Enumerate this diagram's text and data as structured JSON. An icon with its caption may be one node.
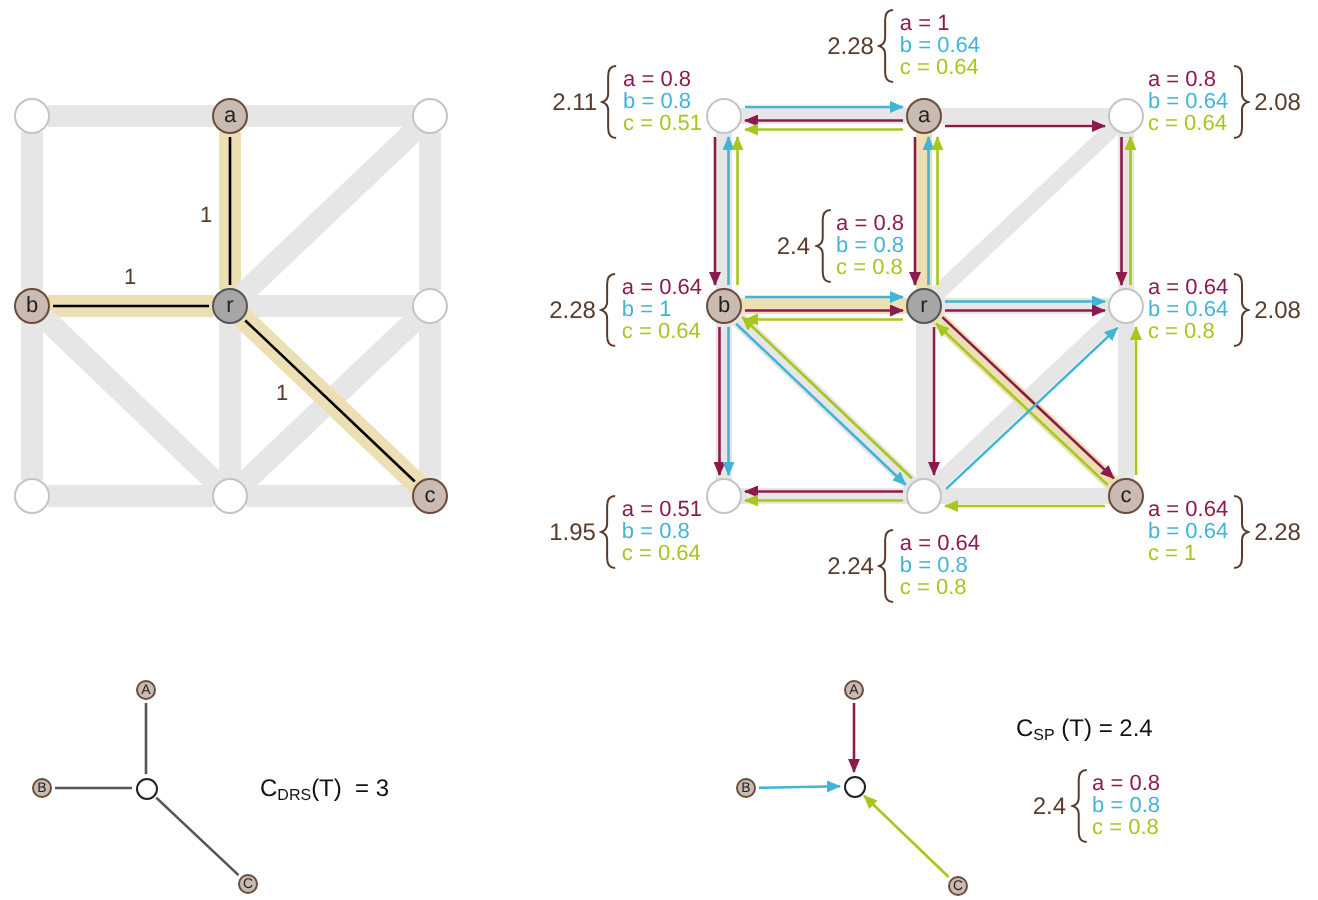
{
  "diagram": {
    "nodes": [
      {
        "text": [],
        "shape": "circle"
      },
      {
        "text": [
          "a"
        ]
      },
      {
        "text": [],
        "shape": "circle"
      },
      {
        "text": [
          "b"
        ]
      },
      {
        "text": [
          "r"
        ]
      },
      {
        "text": [],
        "shape": "circle"
      },
      {
        "text": [],
        "shape": "circle"
      },
      {
        "text": [],
        "shape": "circle"
      },
      {
        "text": [
          "c"
        ]
      },
      {
        "text": [],
        "shape": "circle",
        "beside": [
          "2.11",
          "a = 0.8",
          "b = 0.8",
          "c = 0.51"
        ]
      },
      {
        "text": [
          "a"
        ],
        "beside": [
          "2.28",
          "a = 1",
          "b = 0.64",
          "c = 0.64"
        ]
      },
      {
        "text": [],
        "shape": "circle",
        "beside": [
          "2.08",
          "a = 0.8",
          "b = 0.64",
          "c = 0.64"
        ]
      },
      {
        "text": [
          "b"
        ],
        "beside": [
          "2.28",
          "a = 0.64",
          "b = 1",
          "c = 0.64"
        ]
      },
      {
        "text": [
          "r"
        ],
        "beside": [
          "2.4",
          "a = 0.8",
          "b = 0.8",
          "c = 0.8"
        ]
      },
      {
        "text": [],
        "shape": "circle",
        "beside": [
          "2.08",
          "a = 0.64",
          "b = 0.64",
          "c = 0.8"
        ]
      },
      {
        "text": [],
        "shape": "circle",
        "beside": [
          "1.95",
          "a = 0.51",
          "b = 0.8",
          "c = 0.64"
        ]
      },
      {
        "text": [],
        "shape": "circle",
        "beside": [
          "2.24",
          "a = 0.64",
          "b = 0.8",
          "c = 0.8"
        ]
      },
      {
        "text": [
          "c"
        ],
        "beside": [
          "2.28",
          "a = 0.64",
          "b = 0.64",
          "c = 1"
        ]
      },
      {
        "text": [
          "A"
        ]
      },
      {
        "text": [
          "B"
        ]
      },
      {
        "text": [],
        "shape": "circle"
      },
      {
        "text": [
          "C"
        ]
      },
      {
        "text": [
          "A"
        ]
      },
      {
        "text": [
          "B"
        ]
      },
      {
        "text": [],
        "shape": "circle",
        "beside": [
          "2.4",
          "a = 0.8",
          "b = 0.8",
          "c = 0.8"
        ]
      },
      {
        "text": [
          "C"
        ]
      }
    ],
    "edges": [
      {
        "from": 0,
        "to": 1,
        "arrow": "none",
        "style": "thick",
        "color": "#e6e6e6"
      },
      {
        "from": 1,
        "to": 2,
        "arrow": "none",
        "style": "thick",
        "color": "#e6e6e6"
      },
      {
        "from": 3,
        "to": 4,
        "arrow": "none",
        "style": "thick",
        "color": "#ecdfb3"
      },
      {
        "from": 4,
        "to": 5,
        "arrow": "none",
        "style": "thick",
        "color": "#e6e6e6"
      },
      {
        "from": 6,
        "to": 7,
        "arrow": "none",
        "style": "thick",
        "color": "#e6e6e6"
      },
      {
        "from": 7,
        "to": 8,
        "arrow": "none",
        "style": "thick",
        "color": "#e6e6e6"
      },
      {
        "from": 0,
        "to": 3,
        "arrow": "none",
        "style": "thick",
        "color": "#e6e6e6"
      },
      {
        "from": 3,
        "to": 6,
        "arrow": "none",
        "style": "thick",
        "color": "#e6e6e6"
      },
      {
        "from": 1,
        "to": 4,
        "arrow": "none",
        "style": "thick",
        "color": "#ecdfb3"
      },
      {
        "from": 4,
        "to": 7,
        "arrow": "none",
        "style": "thick",
        "color": "#e6e6e6"
      },
      {
        "from": 2,
        "to": 5,
        "arrow": "none",
        "style": "thick",
        "color": "#e6e6e6"
      },
      {
        "from": 5,
        "to": 8,
        "arrow": "none",
        "style": "thick",
        "color": "#e6e6e6"
      },
      {
        "from": 2,
        "to": 4,
        "arrow": "none",
        "style": "thick",
        "color": "#e6e6e6"
      },
      {
        "from": 5,
        "to": 7,
        "arrow": "none",
        "style": "thick",
        "color": "#e6e6e6"
      },
      {
        "from": 3,
        "to": 7,
        "arrow": "none",
        "style": "thick",
        "color": "#e6e6e6"
      },
      {
        "from": 4,
        "to": 8,
        "arrow": "none",
        "style": "thick",
        "color": "#ecdfb3"
      },
      {
        "from": 1,
        "to": 4,
        "arrow": "none",
        "label": "1",
        "color": "#000000"
      },
      {
        "from": 3,
        "to": 4,
        "arrow": "none",
        "label": "1",
        "color": "#000000"
      },
      {
        "from": 4,
        "to": 8,
        "arrow": "none",
        "label": "1",
        "color": "#000000"
      },
      {
        "from": 9,
        "to": 10,
        "arrow": "none",
        "style": "thick",
        "color": "#e6e6e6"
      },
      {
        "from": 10,
        "to": 11,
        "arrow": "none",
        "style": "thick",
        "color": "#e6e6e6"
      },
      {
        "from": 12,
        "to": 13,
        "arrow": "none",
        "style": "thick",
        "color": "#ecdfb3"
      },
      {
        "from": 13,
        "to": 14,
        "arrow": "none",
        "style": "thick",
        "color": "#e6e6e6"
      },
      {
        "from": 15,
        "to": 16,
        "arrow": "none",
        "style": "thick",
        "color": "#e6e6e6"
      },
      {
        "from": 16,
        "to": 17,
        "arrow": "none",
        "style": "thick",
        "color": "#e6e6e6"
      },
      {
        "from": 9,
        "to": 12,
        "arrow": "none",
        "style": "thick",
        "color": "#e6e6e6"
      },
      {
        "from": 12,
        "to": 15,
        "arrow": "none",
        "style": "thick",
        "color": "#e6e6e6"
      },
      {
        "from": 10,
        "to": 13,
        "arrow": "none",
        "style": "thick",
        "color": "#ecdfb3"
      },
      {
        "from": 13,
        "to": 16,
        "arrow": "none",
        "style": "thick",
        "color": "#e6e6e6"
      },
      {
        "from": 11,
        "to": 14,
        "arrow": "none",
        "style": "thick",
        "color": "#e6e6e6"
      },
      {
        "from": 14,
        "to": 17,
        "arrow": "none",
        "style": "thick",
        "color": "#e6e6e6"
      },
      {
        "from": 11,
        "to": 13,
        "arrow": "none",
        "style": "thick",
        "color": "#e6e6e6"
      },
      {
        "from": 14,
        "to": 16,
        "arrow": "none",
        "style": "thick",
        "color": "#e6e6e6"
      },
      {
        "from": 12,
        "to": 16,
        "arrow": "none",
        "style": "thick",
        "color": "#e6e6e6"
      },
      {
        "from": 13,
        "to": 17,
        "arrow": "none",
        "style": "thick",
        "color": "#ecdfb3"
      },
      {
        "from": 9,
        "to": 10,
        "arrow": "to",
        "color": "#42b4d6"
      },
      {
        "from": 10,
        "to": 9,
        "arrow": "to",
        "color": "#8c1b4c"
      },
      {
        "from": 10,
        "to": 9,
        "arrow": "to",
        "color": "#a6c81c"
      },
      {
        "from": 10,
        "to": 11,
        "arrow": "to",
        "color": "#8c1b4c"
      },
      {
        "from": 9,
        "to": 12,
        "arrow": "to",
        "color": "#8c1b4c"
      },
      {
        "from": 12,
        "to": 9,
        "arrow": "to",
        "color": "#42b4d6"
      },
      {
        "from": 12,
        "to": 9,
        "arrow": "to",
        "color": "#a6c81c"
      },
      {
        "from": 10,
        "to": 13,
        "arrow": "to",
        "color": "#8c1b4c"
      },
      {
        "from": 13,
        "to": 10,
        "arrow": "to",
        "color": "#42b4d6"
      },
      {
        "from": 13,
        "to": 10,
        "arrow": "to",
        "color": "#a6c81c"
      },
      {
        "from": 11,
        "to": 14,
        "arrow": "to",
        "color": "#8c1b4c"
      },
      {
        "from": 14,
        "to": 11,
        "arrow": "to",
        "color": "#a6c81c"
      },
      {
        "from": 12,
        "to": 13,
        "arrow": "to",
        "color": "#42b4d6"
      },
      {
        "from": 12,
        "to": 13,
        "arrow": "to",
        "color": "#8c1b4c"
      },
      {
        "from": 13,
        "to": 12,
        "arrow": "to",
        "color": "#a6c81c"
      },
      {
        "from": 13,
        "to": 14,
        "arrow": "to",
        "color": "#42b4d6"
      },
      {
        "from": 13,
        "to": 14,
        "arrow": "to",
        "color": "#8c1b4c"
      },
      {
        "from": 12,
        "to": 15,
        "arrow": "to",
        "color": "#8c1b4c"
      },
      {
        "from": 12,
        "to": 15,
        "arrow": "to",
        "color": "#42b4d6"
      },
      {
        "from": 12,
        "to": 16,
        "arrow": "to",
        "color": "#42b4d6"
      },
      {
        "from": 16,
        "to": 12,
        "arrow": "to",
        "color": "#a6c81c"
      },
      {
        "from": 13,
        "to": 16,
        "arrow": "to",
        "color": "#8c1b4c"
      },
      {
        "from": 17,
        "to": 13,
        "arrow": "to",
        "color": "#a6c81c"
      },
      {
        "from": 13,
        "to": 17,
        "arrow": "to",
        "color": "#8c1b4c"
      },
      {
        "from": 16,
        "to": 14,
        "arrow": "to",
        "color": "#42b4d6"
      },
      {
        "from": 17,
        "to": 14,
        "arrow": "to",
        "color": "#a6c81c"
      },
      {
        "from": 16,
        "to": 15,
        "arrow": "to",
        "color": "#8c1b4c"
      },
      {
        "from": 16,
        "to": 15,
        "arrow": "to",
        "color": "#a6c81c"
      },
      {
        "from": 17,
        "to": 16,
        "arrow": "to",
        "color": "#a6c81c"
      },
      {
        "from": 18,
        "to": 20,
        "arrow": "none",
        "color": "#555555"
      },
      {
        "from": 19,
        "to": 20,
        "arrow": "none",
        "color": "#555555"
      },
      {
        "from": 20,
        "to": 21,
        "arrow": "none",
        "color": "#555555"
      },
      {
        "from": 22,
        "to": 24,
        "arrow": "to",
        "color": "#8c1b4c"
      },
      {
        "from": 23,
        "to": 24,
        "arrow": "to",
        "color": "#42b4d6"
      },
      {
        "from": 25,
        "to": 24,
        "arrow": "to",
        "color": "#a6c81c"
      }
    ],
    "labels": [
      "C$_{DRS}$(T)  = 3",
      "C$_{SP}$ (T) = 2.4"
    ]
  }
}
